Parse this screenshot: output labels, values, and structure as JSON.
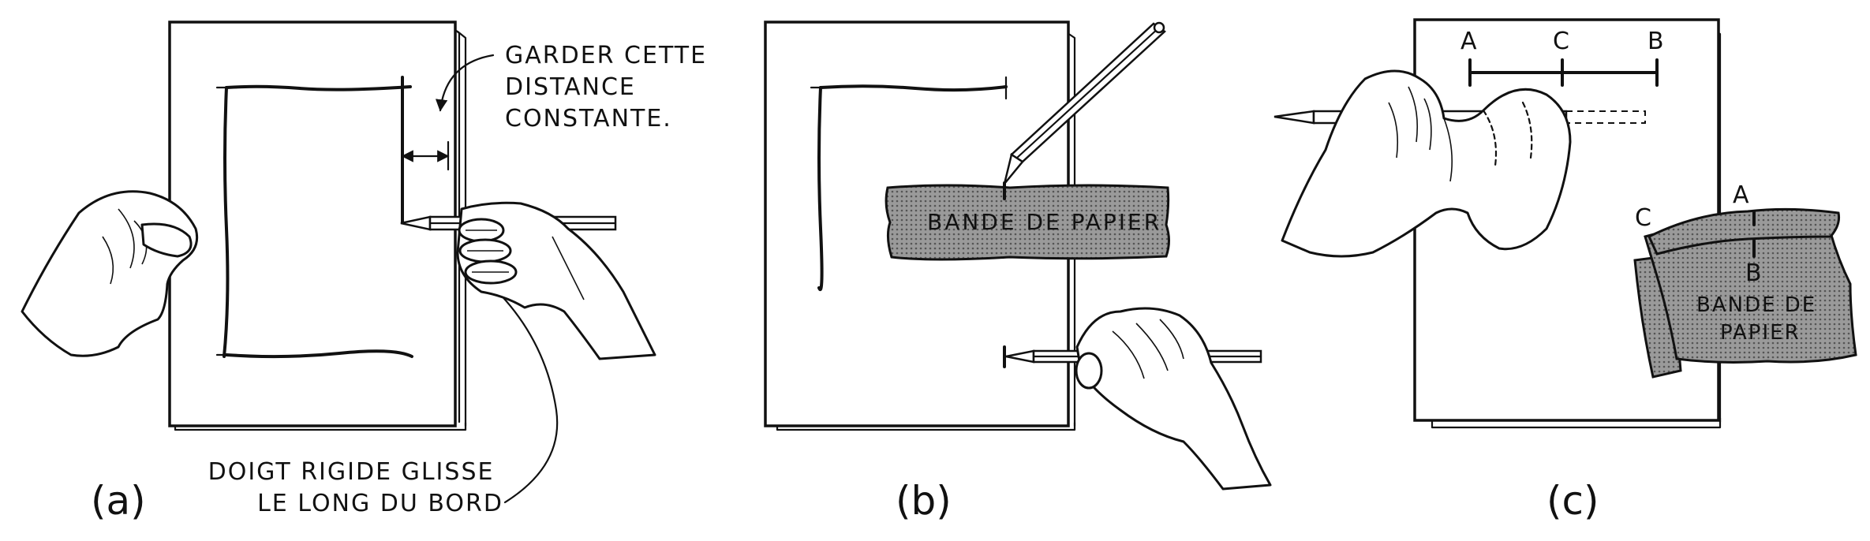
{
  "panels": [
    {
      "caption": "(a)",
      "annotations": [
        {
          "lines": [
            "GARDER CETTE",
            "DISTANCE",
            "CONSTANTE."
          ]
        },
        {
          "lines": [
            "DOIGT RIGIDE GLISSE",
            "LE LONG DU BORD"
          ]
        }
      ]
    },
    {
      "caption": "(b)",
      "strip_label": "BANDE DE PAPIER"
    },
    {
      "caption": "(c)",
      "points": [
        "A",
        "C",
        "B"
      ],
      "strip_points": [
        "A",
        "C",
        "B"
      ],
      "strip_label_lines": [
        "BANDE DE",
        "PAPIER"
      ]
    }
  ],
  "colors": {
    "ink": "#111111",
    "strip": "#8a8a8a",
    "paper": "#ffffff"
  }
}
